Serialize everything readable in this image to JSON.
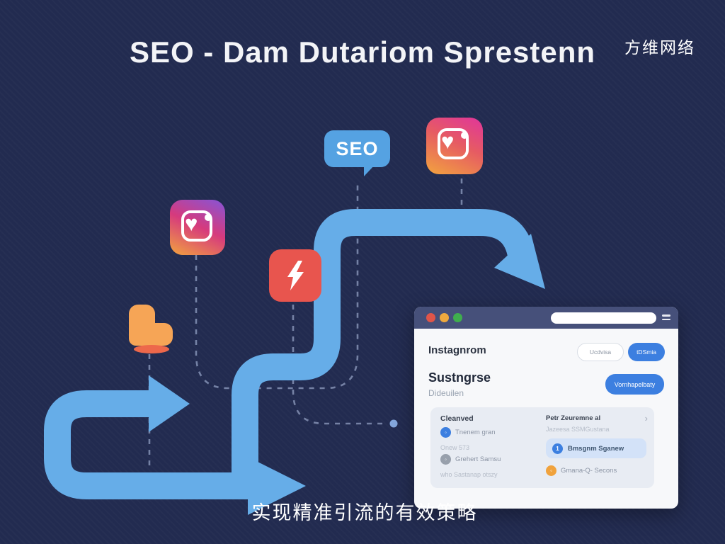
{
  "header": {
    "title": "SEO - Dam Dutariom Sprestenn",
    "brand": "方维网络"
  },
  "caption": "实现精准引流的有效策略",
  "diagram": {
    "seo_bubble_label": "SEO",
    "icons": [
      "instagram",
      "lightning",
      "chair",
      "instagram"
    ]
  },
  "browser": {
    "app_name": "Instagnrom",
    "outline_button": "Ucdvisa",
    "primary_button": "tDSmia",
    "profile": {
      "title": "Sustngrse",
      "subtitle": "Dideuilen",
      "cta": "Vornhapelbaty"
    },
    "panel": {
      "left": {
        "heading": "Cleanved",
        "item1": "Tnenem gran",
        "meta1": "Onew 573",
        "item2": "Grehert Samsu",
        "meta2": "who Sastanap otszy"
      },
      "right": {
        "heading": "Petr Zeuremne al",
        "chevron": "›",
        "subtitle": "Jazeesa SSMGustana",
        "badge": "1",
        "highlight": "Bmsgnm Sganew",
        "item": "Gmana-Q- Secons"
      }
    }
  },
  "colors": {
    "background": "#222b50",
    "arrow_blue": "#66ade8",
    "bubble_blue": "#55a2e2",
    "button_blue": "#3c7fe0",
    "coral": "#e8554e",
    "orange": "#f2a43e",
    "header_bar": "#46507a"
  }
}
